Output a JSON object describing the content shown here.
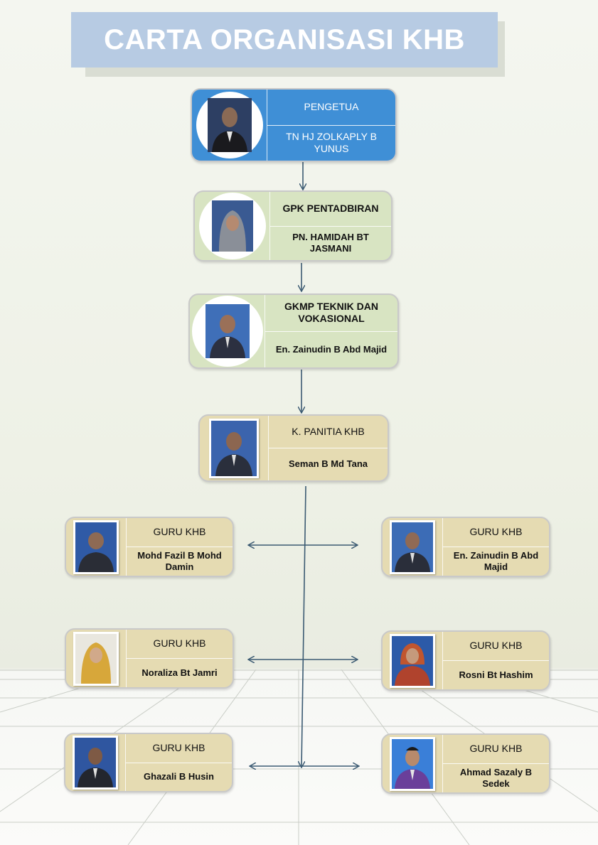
{
  "title": "CARTA ORGANISASI KHB",
  "nodes": {
    "pengetua": {
      "role": "PENGETUA",
      "name": "TN HJ ZOLKAPLY B YUNUS"
    },
    "gpk": {
      "role": "GPK PENTADBIRAN",
      "name": "PN. HAMIDAH BT JASMANI"
    },
    "gkmp": {
      "role": "GKMP TEKNIK DAN VOKASIONAL",
      "name": "En. Zainudin B Abd Majid"
    },
    "panitia": {
      "role": "K. PANITIA KHB",
      "name": "Seman B Md Tana"
    },
    "guru_left": [
      {
        "role": "GURU KHB",
        "name": "Mohd Fazil B Mohd Damin"
      },
      {
        "role": "GURU KHB",
        "name": "Noraliza Bt Jamri"
      },
      {
        "role": "GURU KHB",
        "name": "Ghazali B Husin"
      }
    ],
    "guru_right": [
      {
        "role": "GURU KHB",
        "name": "En. Zainudin B Abd Majid"
      },
      {
        "role": "GURU KHB",
        "name": "Rosni Bt Hashim"
      },
      {
        "role": "GURU KHB",
        "name": "Ahmad Sazaly B Sedek"
      }
    ]
  },
  "colors": {
    "title_bg": "#b7cbe3",
    "head_card": "#3f8fd6",
    "admin_card": "#d8e4c2",
    "staff_card": "#e5dbb2",
    "connector": "#3b5a72"
  }
}
